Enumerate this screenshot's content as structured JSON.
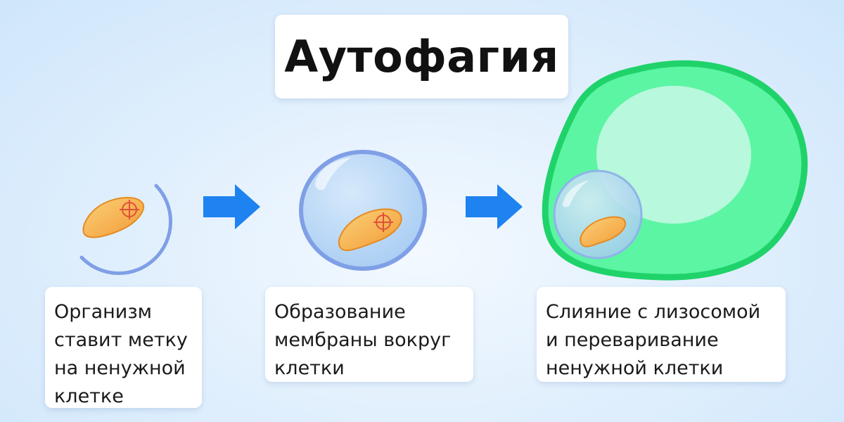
{
  "title": "Аутофагия",
  "steps": [
    {
      "caption": "Организм\nставит метку\nна ненужной\nклетке"
    },
    {
      "caption": "Образование\nмембраны вокруг\nклетки"
    },
    {
      "caption": "Слияние с лизосомой\nи переваривание\nненужной клетки"
    }
  ],
  "colors": {
    "background": "#e2f0fd",
    "membrane": "#7f9fe6",
    "vesicle_fill": "#bcd9f7",
    "organelle": "#f5a53a",
    "target_mark": "#e0503a",
    "arrow": "#1e82f0",
    "lysosome_border": "#1fd36a",
    "lysosome_fill": "#5cf5a3",
    "lysosome_core": "#b8f8dc"
  },
  "icons": [
    "target-mark-icon",
    "arrow-right-icon"
  ]
}
